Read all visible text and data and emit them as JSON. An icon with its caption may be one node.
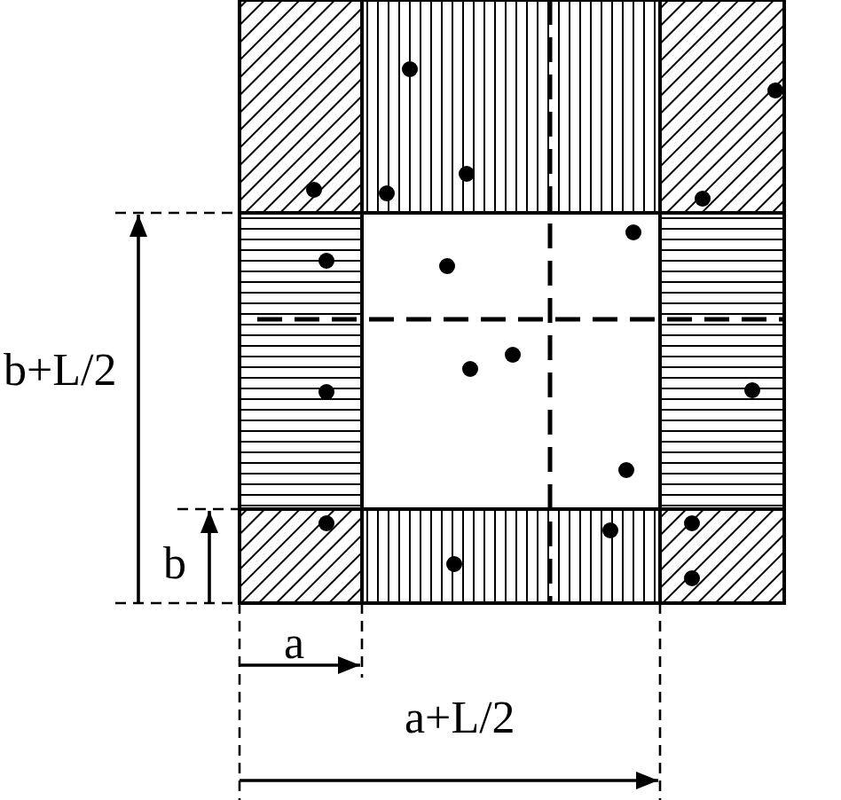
{
  "diagram": {
    "labels": [
      "b+L/2",
      "b",
      "a",
      "a+L/2"
    ]
  }
}
